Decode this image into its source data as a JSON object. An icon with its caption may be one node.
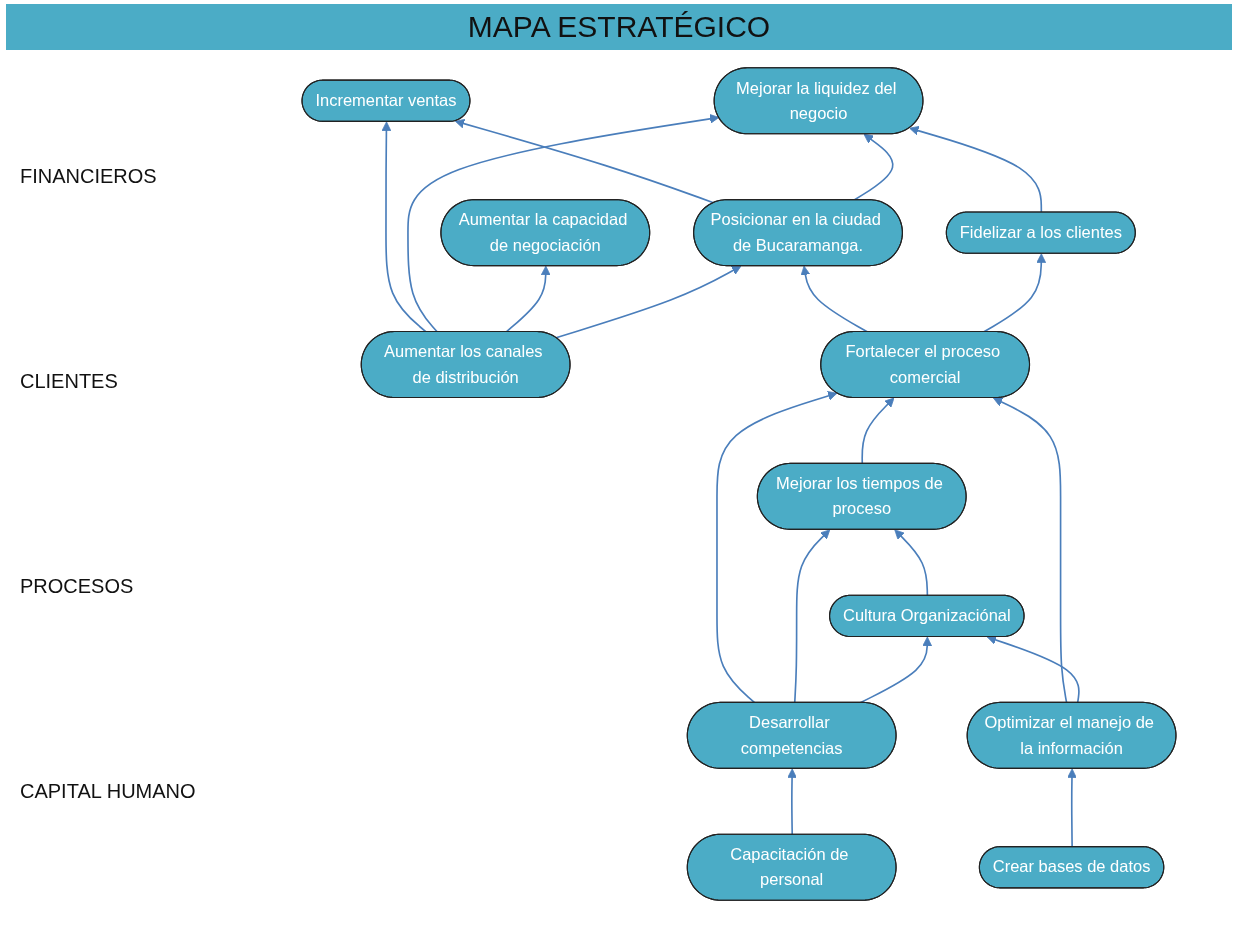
{
  "diagram": {
    "title": "MAPA ESTRATÉGICO",
    "nodes": [
      {
        "text": [
          "Incrementar ventas"
        ]
      },
      {
        "text": [
          "Mejorar la liquidez del negocio"
        ]
      },
      {
        "text": [
          "Aumentar la capacidad de negociación"
        ]
      },
      {
        "text": [
          "Posicionar en la ciudad de Bucaramanga."
        ]
      },
      {
        "text": [
          "Aumentar los canales de distribución"
        ]
      },
      {
        "text": [
          "Fidelizar a los clientes"
        ]
      },
      {
        "text": [
          "Fortalecer el proceso comercial"
        ]
      },
      {
        "text": [
          "Mejorar los tiempos de proceso"
        ]
      },
      {
        "text": [
          "Desarrollar competencias"
        ]
      },
      {
        "text": [
          "Cultura Organizaciónal"
        ]
      },
      {
        "text": [
          "Optimizar el manejo de la información"
        ]
      },
      {
        "text": [
          "Capacitación de personal"
        ]
      },
      {
        "text": [
          "Crear bases de datos"
        ]
      }
    ],
    "edges": [
      {
        "from": 3,
        "to": 0,
        "arrow": "to"
      },
      {
        "from": 3,
        "to": 1,
        "arrow": "to"
      },
      {
        "from": 4,
        "to": 0,
        "arrow": "to"
      },
      {
        "from": 4,
        "to": 1,
        "arrow": "to"
      },
      {
        "from": 4,
        "to": 2,
        "arrow": "to"
      },
      {
        "from": 5,
        "to": 1,
        "arrow": "to"
      },
      {
        "from": 4,
        "to": 3,
        "arrow": "to"
      },
      {
        "from": 6,
        "to": 3,
        "arrow": "to"
      },
      {
        "from": 6,
        "to": 5,
        "arrow": "to"
      },
      {
        "from": 7,
        "to": 6,
        "arrow": "to"
      },
      {
        "from": 8,
        "to": 6,
        "arrow": "to"
      },
      {
        "from": 8,
        "to": 7,
        "arrow": "to"
      },
      {
        "from": 9,
        "to": 7,
        "arrow": "to"
      },
      {
        "from": 10,
        "to": 6,
        "arrow": "to"
      },
      {
        "from": 8,
        "to": 9,
        "arrow": "to"
      },
      {
        "from": 10,
        "to": 9,
        "arrow": "to"
      },
      {
        "from": 11,
        "to": 8,
        "arrow": "to"
      },
      {
        "from": 12,
        "to": 10,
        "arrow": "to"
      }
    ],
    "labels": [
      "FINANCIEROS",
      "CLIENTES",
      "PROCESOS",
      "CAPITAL HUMANO"
    ]
  }
}
